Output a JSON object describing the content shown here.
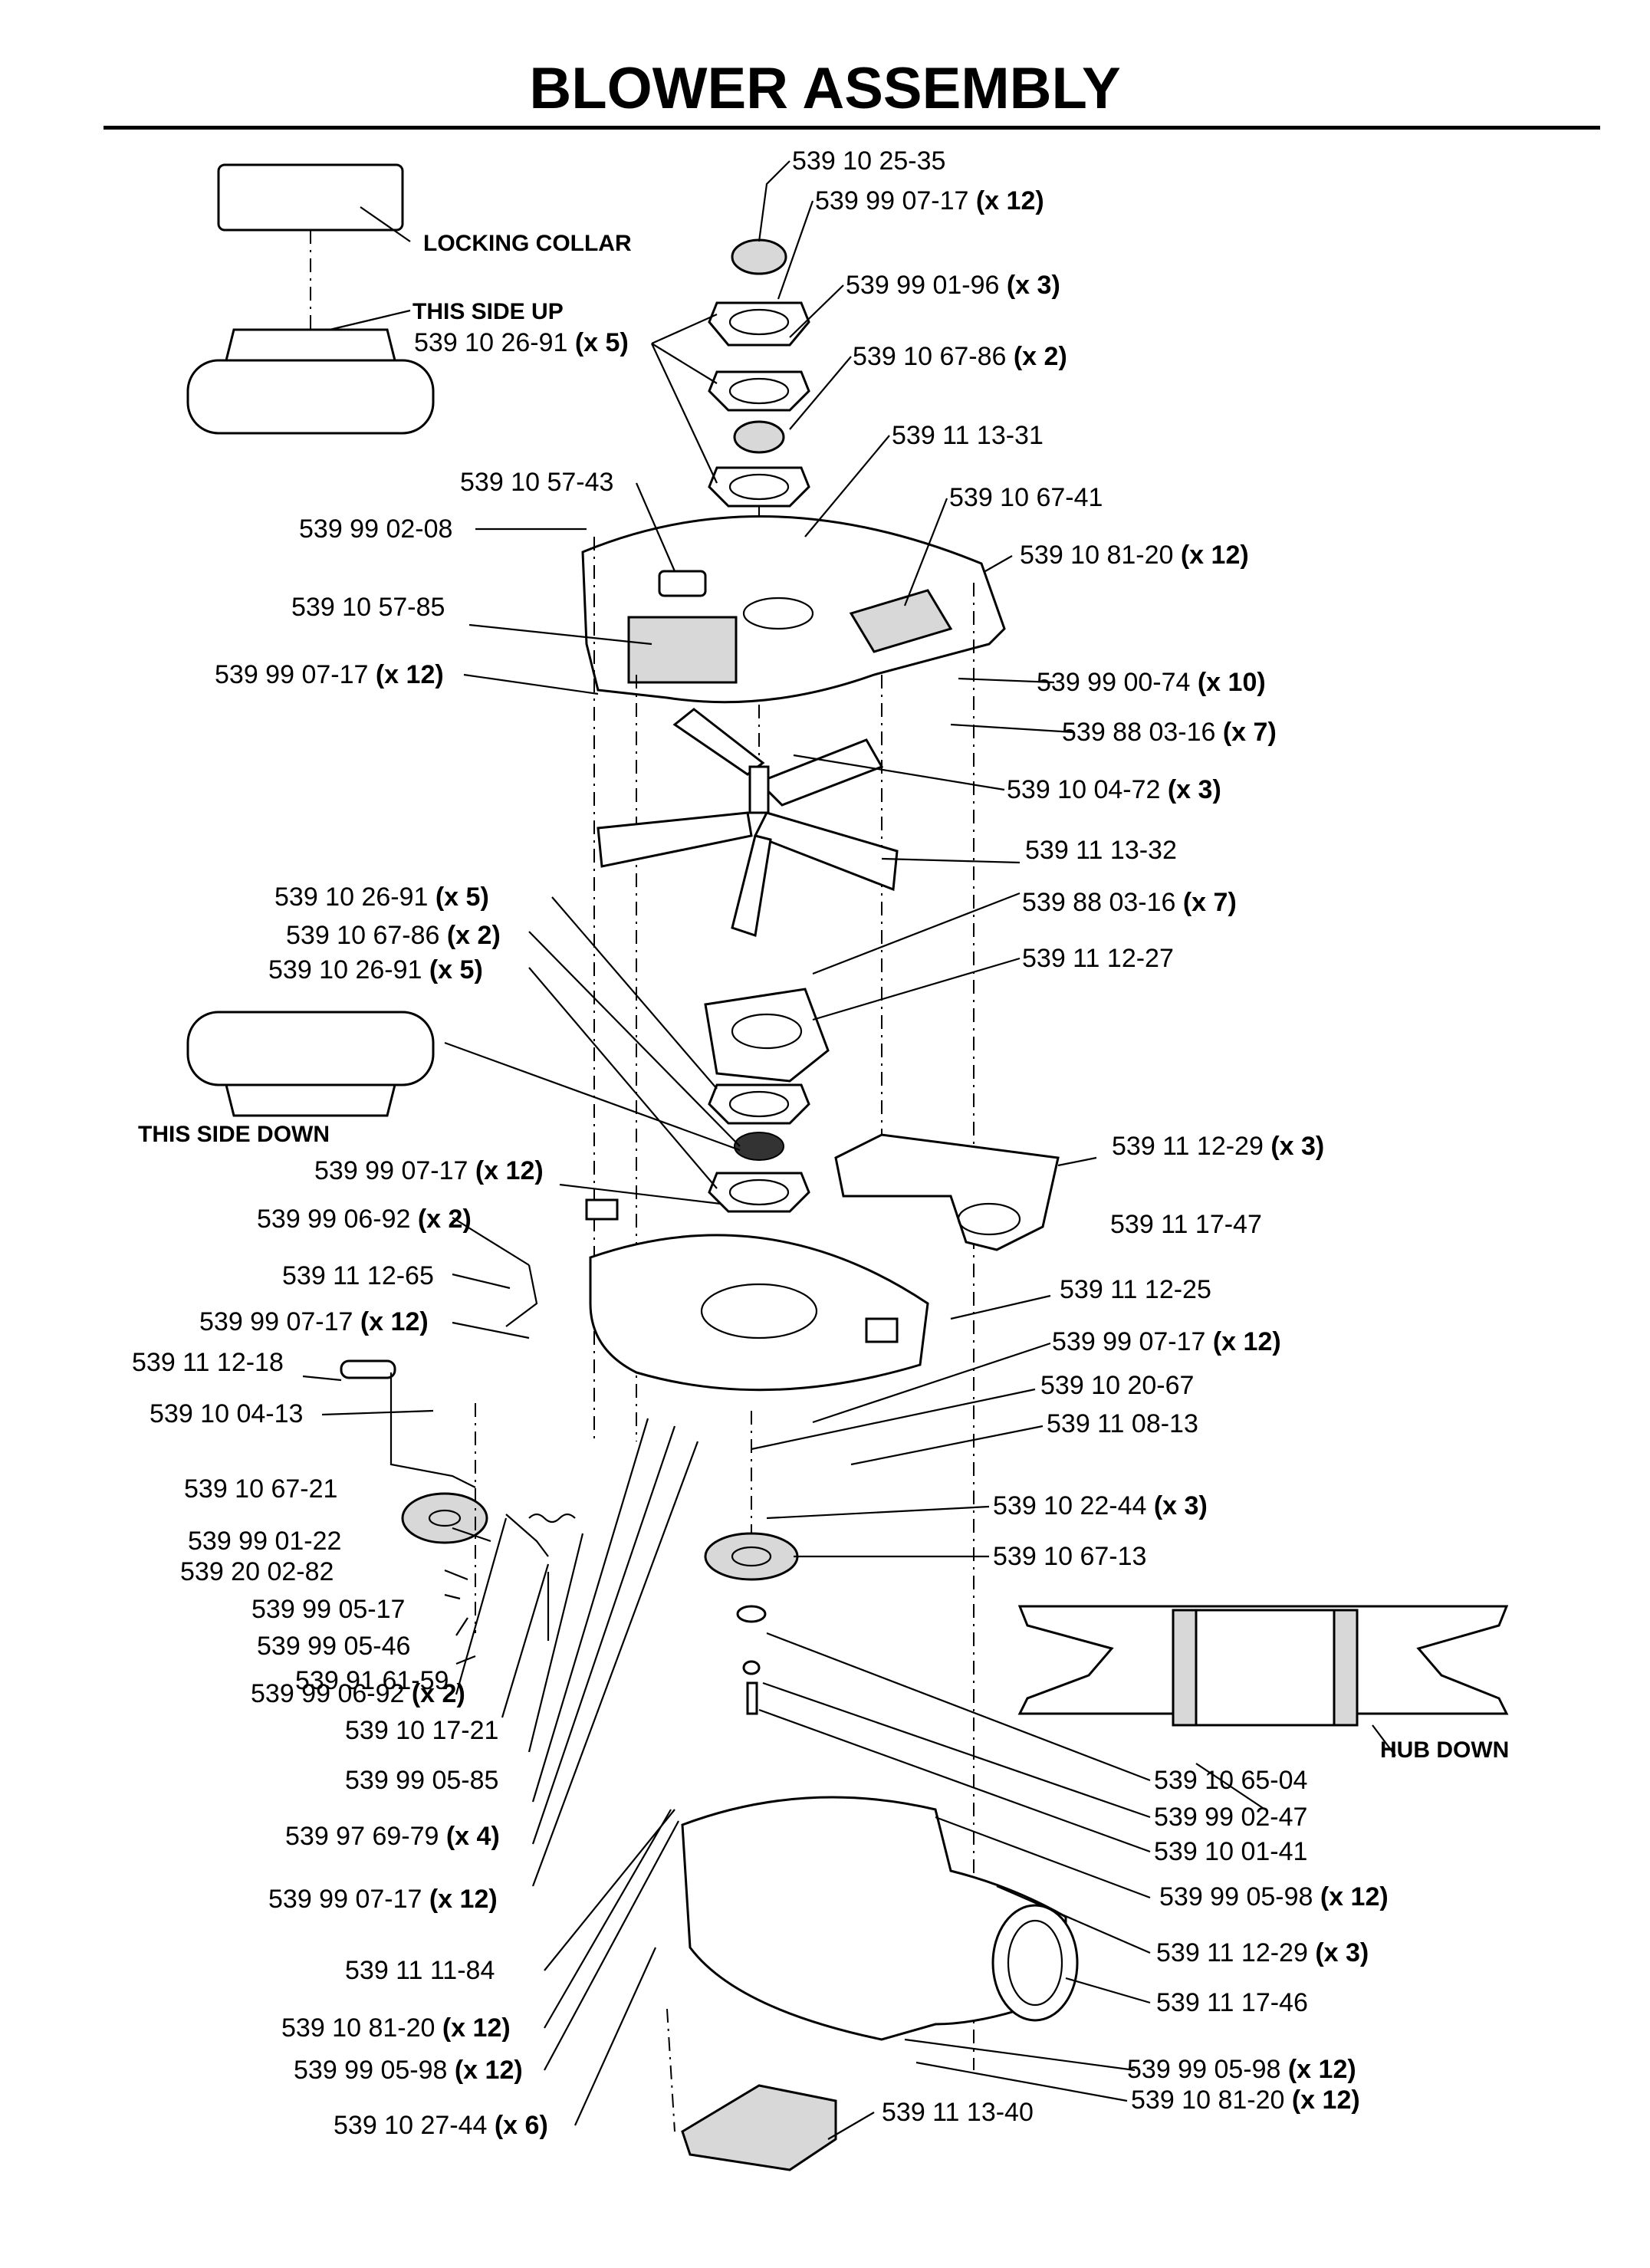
{
  "title": "BLOWER ASSEMBLY",
  "notes": {
    "locking_collar": "LOCKING COLLAR",
    "this_side_up": "THIS SIDE UP",
    "this_side_down": "THIS SIDE DOWN",
    "hub_down": "HUB DOWN"
  },
  "parts": [
    {
      "num": "539 10 25-35",
      "qty": ""
    },
    {
      "num": "539 99 07-17",
      "qty": "(x 12)"
    },
    {
      "num": "539 99 01-96",
      "qty": "(x 3)"
    },
    {
      "num": "539 10 26-91",
      "qty": "(x 5)"
    },
    {
      "num": "539 10 67-86",
      "qty": "(x 2)"
    },
    {
      "num": "539 11 13-31",
      "qty": ""
    },
    {
      "num": "539 10 57-43",
      "qty": ""
    },
    {
      "num": "539 10 67-41",
      "qty": ""
    },
    {
      "num": "539 99 02-08",
      "qty": ""
    },
    {
      "num": "539 10 81-20",
      "qty": "(x 12)"
    },
    {
      "num": "539 10 57-85",
      "qty": ""
    },
    {
      "num": "539 99 07-17",
      "qty": "(x 12)"
    },
    {
      "num": "539 99 00-74",
      "qty": "(x 10)"
    },
    {
      "num": "539 88 03-16",
      "qty": "(x 7)"
    },
    {
      "num": "539 10 04-72",
      "qty": "(x 3)"
    },
    {
      "num": "539 11 13-32",
      "qty": ""
    },
    {
      "num": "539 10 26-91",
      "qty": "(x 5)"
    },
    {
      "num": "539 88 03-16",
      "qty": "(x 7)"
    },
    {
      "num": "539 10 67-86",
      "qty": "(x 2)"
    },
    {
      "num": "539 11 12-27",
      "qty": ""
    },
    {
      "num": "539 10 26-91",
      "qty": "(x 5)"
    },
    {
      "num": "539 11 12-29",
      "qty": "(x 3)"
    },
    {
      "num": "539 99 07-17",
      "qty": "(x 12)"
    },
    {
      "num": "539 99 06-92",
      "qty": "(x 2)"
    },
    {
      "num": "539 11 17-47",
      "qty": ""
    },
    {
      "num": "539 11 12-65",
      "qty": ""
    },
    {
      "num": "539 11 12-25",
      "qty": ""
    },
    {
      "num": "539 99 07-17",
      "qty": "(x 12)"
    },
    {
      "num": "539 99 07-17",
      "qty": "(x 12)"
    },
    {
      "num": "539 11 12-18",
      "qty": ""
    },
    {
      "num": "539 10 20-67",
      "qty": ""
    },
    {
      "num": "539 10 04-13",
      "qty": ""
    },
    {
      "num": "539 11 08-13",
      "qty": ""
    },
    {
      "num": "539 10 67-21",
      "qty": ""
    },
    {
      "num": "539 10 22-44",
      "qty": "(x 3)"
    },
    {
      "num": "539 99 01-22",
      "qty": ""
    },
    {
      "num": "539 10 67-13",
      "qty": ""
    },
    {
      "num": "539 20 02-82",
      "qty": ""
    },
    {
      "num": "539 99 05-17",
      "qty": ""
    },
    {
      "num": "539 99 05-46",
      "qty": ""
    },
    {
      "num": "539 91 61-59",
      "qty": ""
    },
    {
      "num": "539 99 06-92",
      "qty": "(x 2)"
    },
    {
      "num": "539 10 17-21",
      "qty": ""
    },
    {
      "num": "539 99 05-85",
      "qty": ""
    },
    {
      "num": "539 10 65-04",
      "qty": ""
    },
    {
      "num": "539 99 02-47",
      "qty": ""
    },
    {
      "num": "539 97 69-79",
      "qty": "(x 4)"
    },
    {
      "num": "539 10 01-41",
      "qty": ""
    },
    {
      "num": "539 99 07-17",
      "qty": "(x 12)"
    },
    {
      "num": "539 99 05-98",
      "qty": "(x 12)"
    },
    {
      "num": "539 11 12-29",
      "qty": "(x 3)"
    },
    {
      "num": "539 11 11-84",
      "qty": ""
    },
    {
      "num": "539 11 17-46",
      "qty": ""
    },
    {
      "num": "539 10 81-20",
      "qty": "(x 12)"
    },
    {
      "num": "539 99 05-98",
      "qty": "(x 12)"
    },
    {
      "num": "539 99 05-98",
      "qty": "(x 12)"
    },
    {
      "num": "539 10 81-20",
      "qty": "(x 12)"
    },
    {
      "num": "539 10 27-44",
      "qty": "(x 6)"
    },
    {
      "num": "539 11 13-40",
      "qty": ""
    }
  ]
}
